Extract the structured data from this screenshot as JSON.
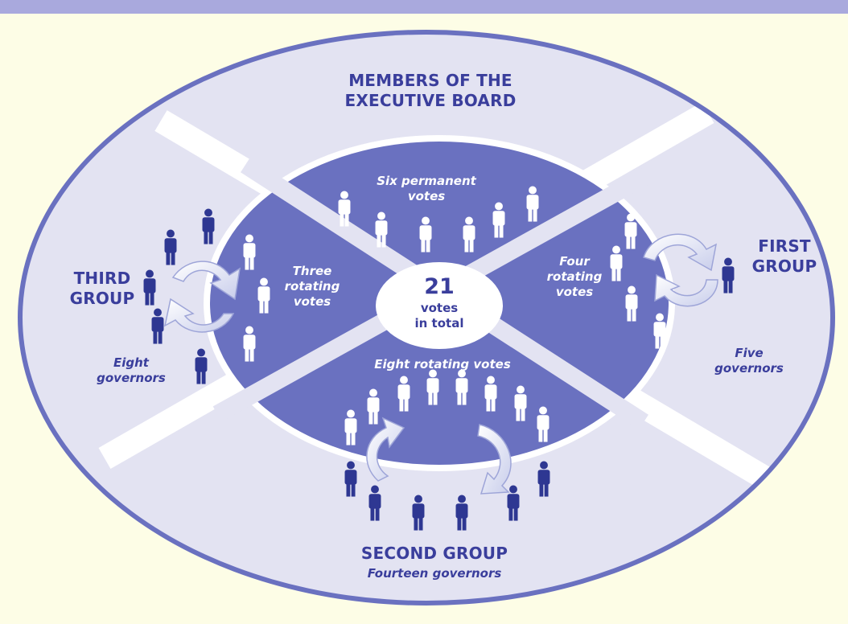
{
  "board": {
    "title_line1": "MEMBERS OF THE",
    "title_line2": "EXECUTIVE BOARD"
  },
  "center": {
    "total": "21",
    "line1": "votes",
    "line2": "in total"
  },
  "permanent": {
    "line1": "Six permanent",
    "line2": "votes"
  },
  "first_group": {
    "name_line1": "FIRST",
    "name_line2": "GROUP",
    "votes_line1": "Four",
    "votes_line2": "rotating",
    "votes_line3": "votes",
    "governors_line1": "Five",
    "governors_line2": "governors"
  },
  "second_group": {
    "name": "SECOND GROUP",
    "governors": "Fourteen governors",
    "votes": "Eight rotating votes"
  },
  "third_group": {
    "name_line1": "THIRD",
    "name_line2": "GROUP",
    "votes_line1": "Three",
    "votes_line2": "rotating",
    "votes_line3": "votes",
    "governors_line1": "Eight",
    "governors_line2": "governors"
  },
  "colors": {
    "background": "#fdfde6",
    "outer_ring": "#6a71c0",
    "outer_fill": "#e3e3f2",
    "inner_fill": "#6a71c0",
    "governor_dark": "#2e3792",
    "vote_white": "#ffffff",
    "arrow_fill": "#d6daf0"
  }
}
